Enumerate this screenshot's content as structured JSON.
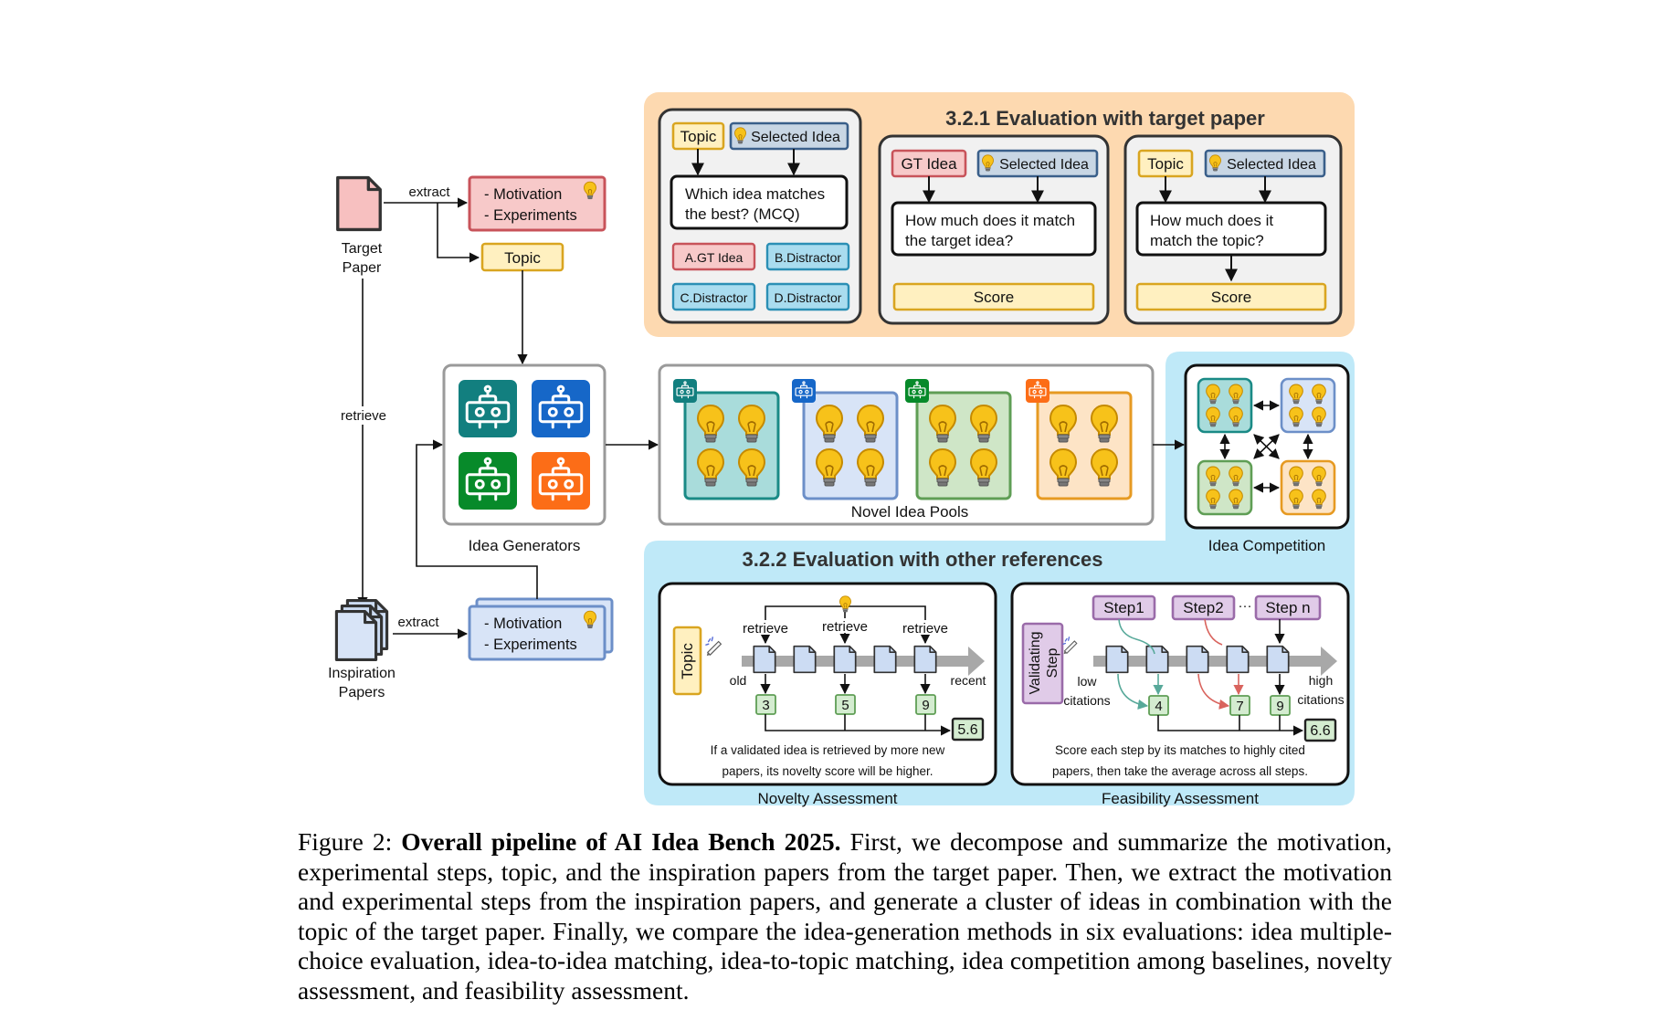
{
  "nodes": {
    "target_paper": [
      "Target",
      "Paper"
    ],
    "inspiration_papers": [
      "Inspiration",
      "Papers"
    ],
    "motivation": "- Motivation",
    "experiments": "- Experiments",
    "topic": "Topic",
    "idea_generators": "Idea Generators",
    "novel_idea_pools": "Novel Idea Pools",
    "idea_competition": "Idea Competition"
  },
  "edges": {
    "extract": "extract",
    "retrieve": "retrieve"
  },
  "eval_321": {
    "title": "3.2.1 Evaluation with target paper",
    "mcq": {
      "topic": "Topic",
      "selected": "Selected Idea",
      "question": [
        "Which idea matches",
        "the best? (MCQ)"
      ],
      "options": [
        "A.GT Idea",
        "B.Distractor",
        "C.Distractor",
        "D.Distractor"
      ]
    },
    "idea_match": {
      "gt": "GT Idea",
      "selected": "Selected Idea",
      "question": [
        "How much does it match",
        "the target idea?"
      ],
      "score": "Score"
    },
    "topic_match": {
      "topic": "Topic",
      "selected": "Selected Idea",
      "question": [
        "How much does it",
        "match the topic?"
      ],
      "score": "Score"
    }
  },
  "eval_322": {
    "title": "3.2.2 Evaluation with other references",
    "novelty": {
      "topic": "Topic",
      "retrieve": "retrieve",
      "old": "old",
      "recent": "recent",
      "counts": [
        "3",
        "5",
        "9"
      ],
      "result": "5.6",
      "note": [
        "If a validated idea is retrieved by more new",
        "papers, its novelty score will be higher."
      ],
      "label": "Novelty Assessment"
    },
    "feasibility": {
      "validating": [
        "Validating",
        "Step"
      ],
      "steps": [
        "Step1",
        "Step2",
        "Step n"
      ],
      "dots": "···",
      "low": [
        "low",
        "citations"
      ],
      "high": [
        "high",
        "citations"
      ],
      "counts": [
        "4",
        "7",
        "9"
      ],
      "result": "6.6",
      "note": [
        "Score each step by its matches to highly cited",
        "papers, then take the average across all steps."
      ],
      "label": "Feasibility Assessment"
    }
  },
  "caption": {
    "prefix": "Figure 2: ",
    "bold": "Overall pipeline of AI Idea Bench 2025.",
    "text": " First, we decompose and summarize the motivation, experimental steps, topic, and the inspiration papers from the target paper. Then, we extract the motivation and experimental steps from the inspiration papers, and generate a cluster of ideas in combination with the topic of the target paper. Finally, we compare the idea-generation methods in six evaluations: idea multiple-choice evaluation, idea-to-idea matching, idea-to-topic matching, idea competition among baselines, novelty assessment, and feasibility assessment."
  },
  "colors": {
    "orange_panel": "#fdd9b0",
    "blue_panel": "#bfe9f8",
    "red_fill": "#f7c9c9",
    "red_stroke": "#c8535a",
    "yellow_fill": "#fff0c0",
    "yellow_stroke": "#d9a520",
    "blue_fill": "#d8e4f7",
    "blue_stroke": "#6c8fc8",
    "teal_fill": "#a9dcdb",
    "teal_stroke": "#1a8a86",
    "green_fill": "#cfe6c7",
    "green_stroke": "#5f9e55",
    "orange_fill": "#fde4c6",
    "orange_stroke": "#e69a22",
    "purple_fill": "#e0cbe8",
    "purple_stroke": "#9a6ba9",
    "bulb": "#f7c21a"
  },
  "icons": [
    "paper-icon",
    "robot-icon",
    "bulb-icon",
    "sparkle-pen-icon"
  ]
}
